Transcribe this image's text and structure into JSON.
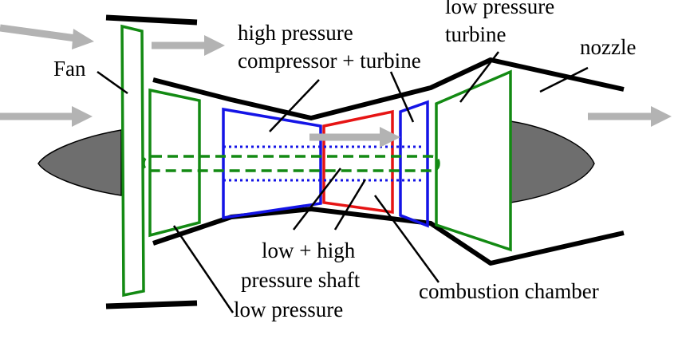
{
  "labels": {
    "fan": "Fan",
    "hp_compressor_turbine_line1": "high pressure",
    "hp_compressor_turbine_line2": "compressor + turbine",
    "lp_turbine_line1": "low pressure",
    "lp_turbine_line2": "turbine",
    "nozzle": "nozzle",
    "shaft_line1": "low + high",
    "shaft_line2": "pressure shaft",
    "combustion_chamber": "combustion chamber",
    "lp_compressor": "low pressure"
  },
  "colors": {
    "low_pressure_parts": "#138a13",
    "high_pressure_parts": "#1414e6",
    "combustion_chamber": "#e61414",
    "casing": "#000000",
    "airflow_arrows": "#b3b3b3",
    "nose_tail_cones": "#6e6e6e"
  }
}
